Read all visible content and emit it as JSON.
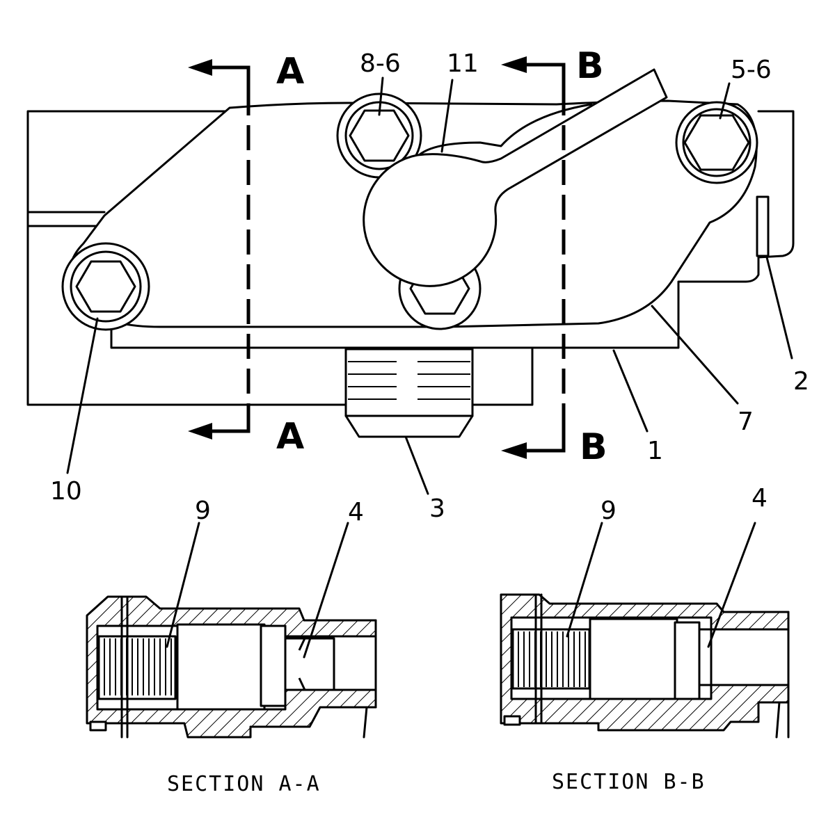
{
  "callouts": {
    "c8_6": "8-6",
    "c11": "11",
    "c5_6": "5-6",
    "c10": "10",
    "c3": "3",
    "c1": "1",
    "c7": "7",
    "c2": "2",
    "secA_9": "9",
    "secA_4": "4",
    "secB_9": "9",
    "secB_4": "4"
  },
  "section_marks": {
    "a_top": "A",
    "a_bottom": "A",
    "b_top": "B",
    "b_bottom": "B"
  },
  "captions": {
    "section_a": "SECTION A-A",
    "section_b": "SECTION B-B"
  }
}
